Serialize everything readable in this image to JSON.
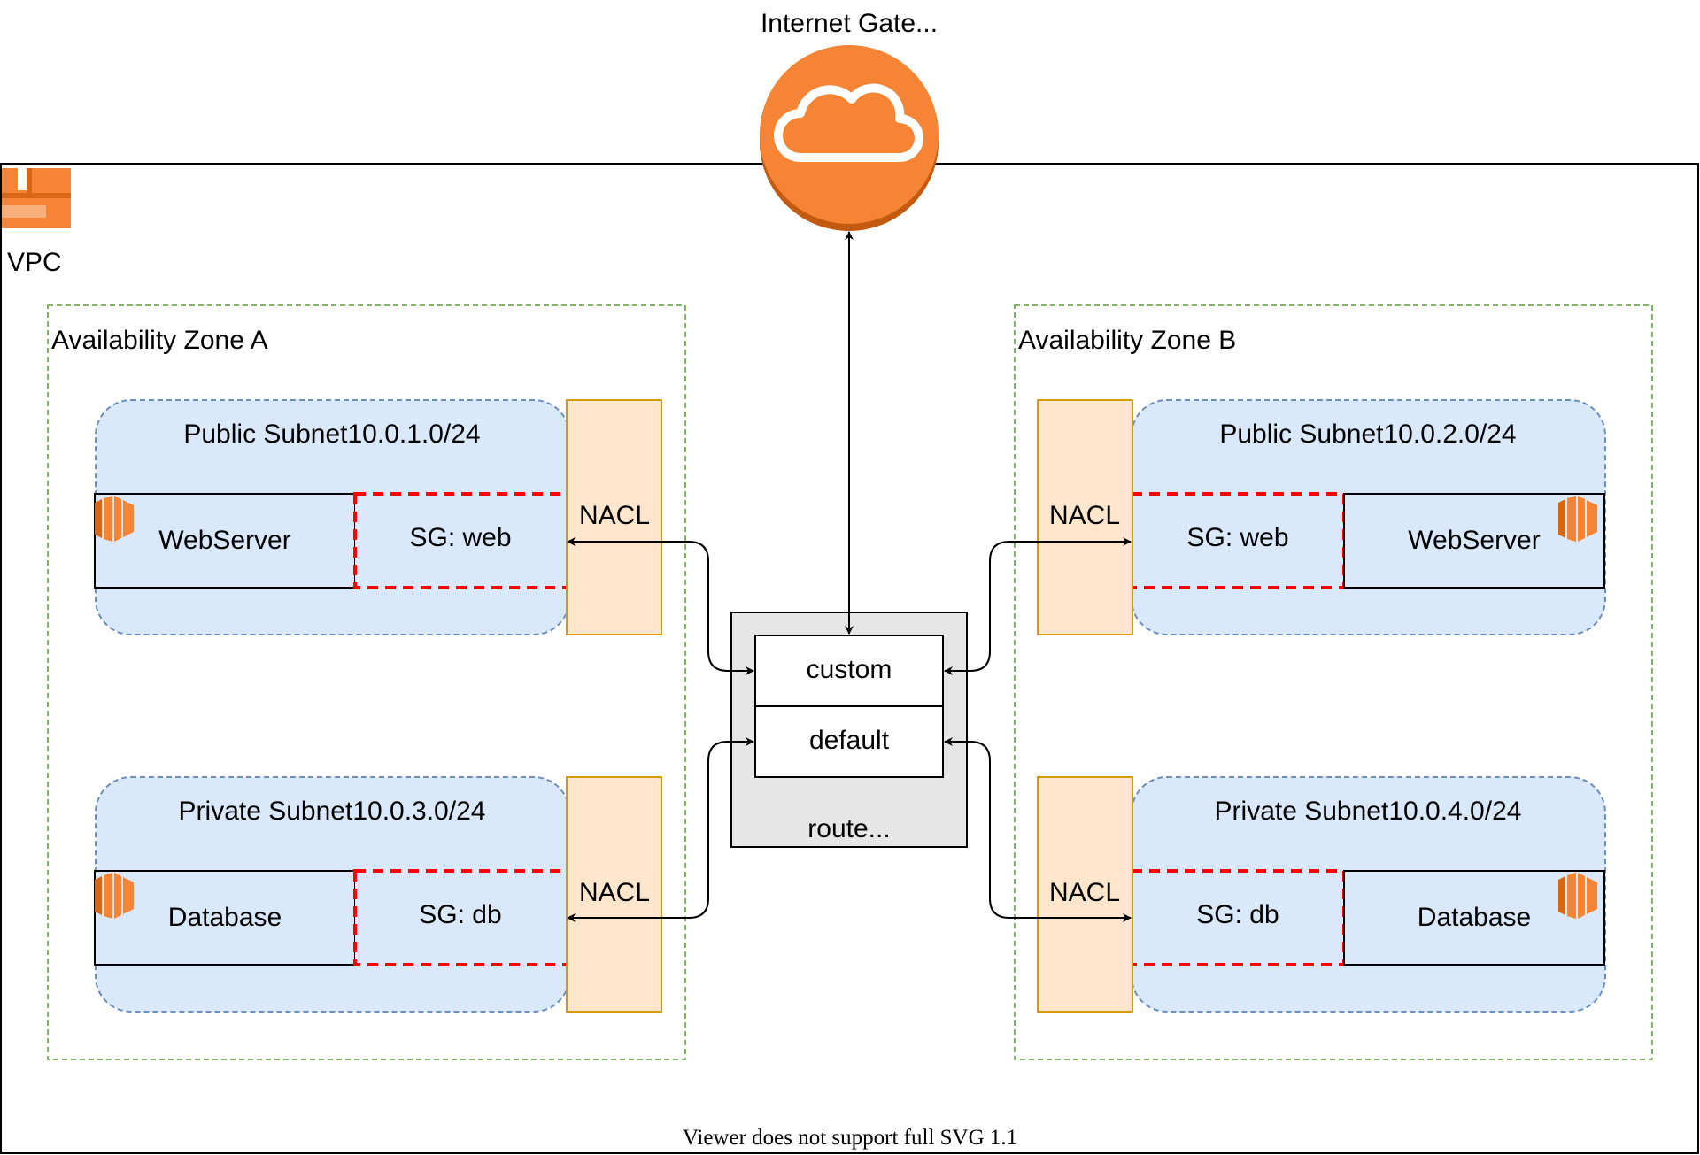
{
  "internet_gateway": {
    "label": "Internet Gate...",
    "icon": "cloud-icon"
  },
  "vpc": {
    "label": "VPC",
    "icon": "vpc-icon"
  },
  "zones": [
    {
      "label": "Availability Zone A",
      "public_subnet": {
        "label": "Public Subnet10.0.1.0/24",
        "instance": "WebServer",
        "sg": "SG: web",
        "nacl": "NACL"
      },
      "private_subnet": {
        "label": "Private Subnet10.0.3.0/24",
        "instance": "Database",
        "sg": "SG: db",
        "nacl": "NACL"
      }
    },
    {
      "label": "Availability Zone B",
      "public_subnet": {
        "label": "Public Subnet10.0.2.0/24",
        "instance": "WebServer",
        "sg": "SG: web",
        "nacl": "NACL"
      },
      "private_subnet": {
        "label": "Private Subnet10.0.4.0/24",
        "instance": "Database",
        "sg": "SG: db",
        "nacl": "NACL"
      }
    }
  ],
  "route_table": {
    "label": "route...",
    "rows": [
      "custom",
      "default"
    ]
  },
  "footer": "Viewer does not support full SVG 1.1",
  "colors": {
    "aws_orange": "#F58534",
    "zone_border": "#82B366",
    "subnet_fill": "#DAE8FC",
    "subnet_border": "#6C8EBF",
    "nacl_fill": "#FFE6CC",
    "nacl_border": "#D79B00",
    "sg_border": "#FF0000",
    "route_fill": "#E6E6E6"
  }
}
